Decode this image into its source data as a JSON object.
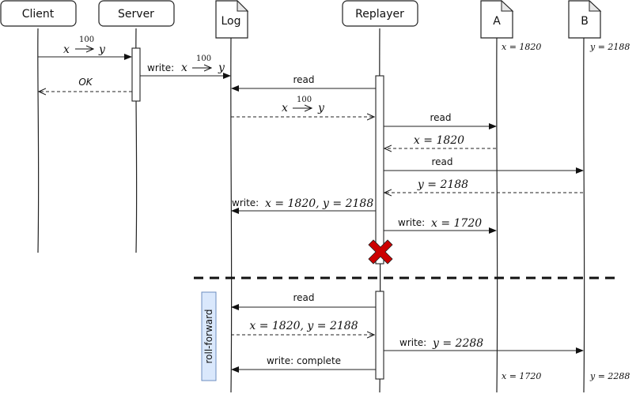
{
  "participants": [
    {
      "id": "client",
      "label": "Client",
      "kind": "actor-box"
    },
    {
      "id": "server",
      "label": "Server",
      "kind": "actor-box"
    },
    {
      "id": "log",
      "label": "Log",
      "kind": "document"
    },
    {
      "id": "replayer",
      "label": "Replayer",
      "kind": "actor-box"
    },
    {
      "id": "a",
      "label": "A",
      "kind": "document"
    },
    {
      "id": "b",
      "label": "B",
      "kind": "document"
    }
  ],
  "state_notes": {
    "a_initial": "x = 1820",
    "b_initial": "y = 2188",
    "a_final": "x = 1720",
    "b_final": "y = 2288"
  },
  "messages": [
    {
      "from": "client",
      "to": "server",
      "style": "solid",
      "label_parts": [
        "x",
        "100",
        "y"
      ],
      "label": "x →(100) y"
    },
    {
      "from": "server",
      "to": "log",
      "style": "solid",
      "prefix": "write:",
      "label_parts": [
        "x",
        "100",
        "y"
      ],
      "label": "write: x →(100) y"
    },
    {
      "from": "server",
      "to": "client",
      "style": "dashed",
      "label": "OK"
    },
    {
      "from": "replayer",
      "to": "log",
      "style": "solid",
      "label": "read"
    },
    {
      "from": "log",
      "to": "replayer",
      "style": "dashed",
      "label_parts": [
        "x",
        "100",
        "y"
      ],
      "label": "x →(100) y"
    },
    {
      "from": "replayer",
      "to": "a",
      "style": "solid",
      "label": "read"
    },
    {
      "from": "a",
      "to": "replayer",
      "style": "dashed",
      "label": "x = 1820"
    },
    {
      "from": "replayer",
      "to": "b",
      "style": "solid",
      "label": "read"
    },
    {
      "from": "b",
      "to": "replayer",
      "style": "dashed",
      "label": "y = 2188"
    },
    {
      "from": "replayer",
      "to": "log",
      "style": "solid",
      "prefix": "write:",
      "label": "x = 1820, y = 2188"
    },
    {
      "from": "replayer",
      "to": "a",
      "style": "solid",
      "prefix": "write:",
      "label": "x = 1720"
    },
    {
      "from": "replayer",
      "to": "log",
      "style": "solid",
      "label": "read"
    },
    {
      "from": "log",
      "to": "replayer",
      "style": "dashed",
      "label": "x = 1820, y = 2188"
    },
    {
      "from": "replayer",
      "to": "b",
      "style": "solid",
      "prefix": "write:",
      "label": "y = 2288"
    },
    {
      "from": "replayer",
      "to": "log",
      "style": "solid",
      "label": "write: complete"
    }
  ],
  "crash_marker": {
    "label": "crash",
    "color": "#cc0000"
  },
  "phase_label": "roll-forward",
  "colors": {
    "phase_fill": "#dae8fc",
    "phase_border": "#6c8ebf",
    "crash": "#cc0000"
  }
}
